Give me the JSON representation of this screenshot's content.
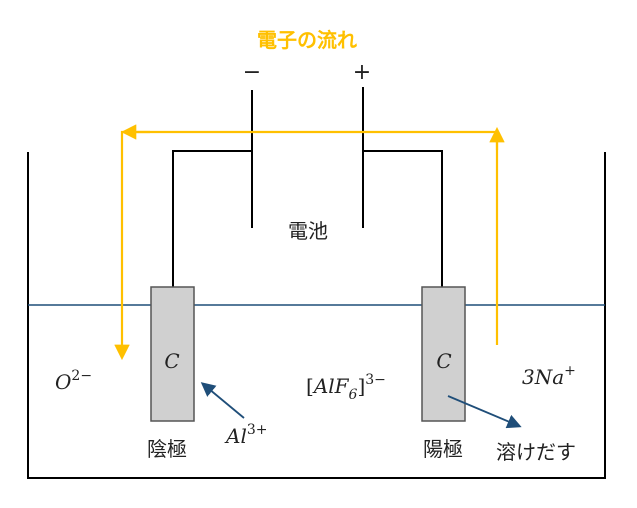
{
  "title": "電子の流れ",
  "battery": {
    "label": "電池",
    "negative_symbol": "−",
    "positive_symbol": "+"
  },
  "cathode": {
    "symbol": "C",
    "label": "陰極"
  },
  "anode": {
    "symbol": "C",
    "label": "陽極"
  },
  "ions": {
    "oxide": {
      "base": "O",
      "charge": "2−"
    },
    "aluminum": {
      "base": "Al",
      "charge": "3+"
    },
    "hexafluoroaluminate": {
      "open": "[",
      "base": "AlF",
      "sub": "6",
      "close": "]",
      "charge": "3−"
    },
    "sodium": {
      "base": "3Na",
      "charge": "+"
    }
  },
  "annotations": {
    "dissolves": "溶けだす"
  },
  "colors": {
    "electron_flow": "#FFC000",
    "title": "#FFC000",
    "wire": "#000000",
    "liquid_line": "#1F4E79",
    "electrode_fill": "#D0D0D0",
    "electrode_stroke": "#555555",
    "arrow": "#1F4E79"
  }
}
